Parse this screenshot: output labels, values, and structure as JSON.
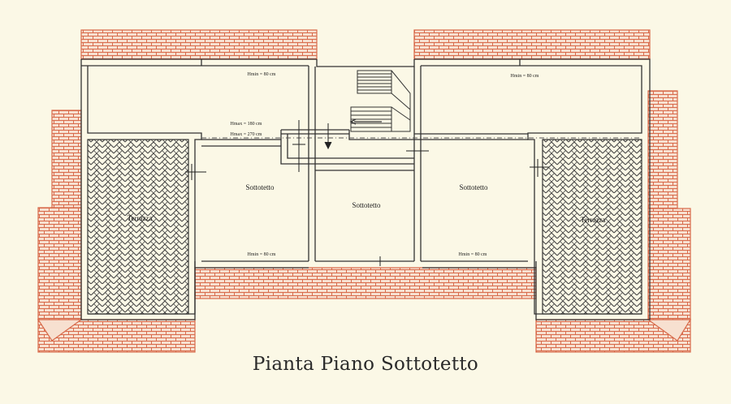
{
  "title": "Pianta Piano Sottotetto",
  "rooms": [
    {
      "id": "terrazza-left",
      "label": "Terrazza"
    },
    {
      "id": "sottotetto-left",
      "label": "Sottotetto"
    },
    {
      "id": "sottotetto-center",
      "label": "Sottotetto"
    },
    {
      "id": "sottotetto-right",
      "label": "Sottotetto"
    },
    {
      "id": "terrazza-right",
      "label": "Terrazza"
    }
  ],
  "heights": {
    "top_left": "Hmin = 80 cm",
    "top_right": "Hmin = 80 cm",
    "max_180": "Hmax = 180 cm",
    "max_270": "Hmax = 270 cm",
    "bottom_left": "Hmin = 80 cm",
    "bottom_right": "Hmin = 80 cm"
  },
  "colors": {
    "brick": "#d86a4a",
    "brick_bg": "#f7e0d0",
    "wall": "#333333",
    "paving": "#444444",
    "background": "#fbf8e6"
  }
}
